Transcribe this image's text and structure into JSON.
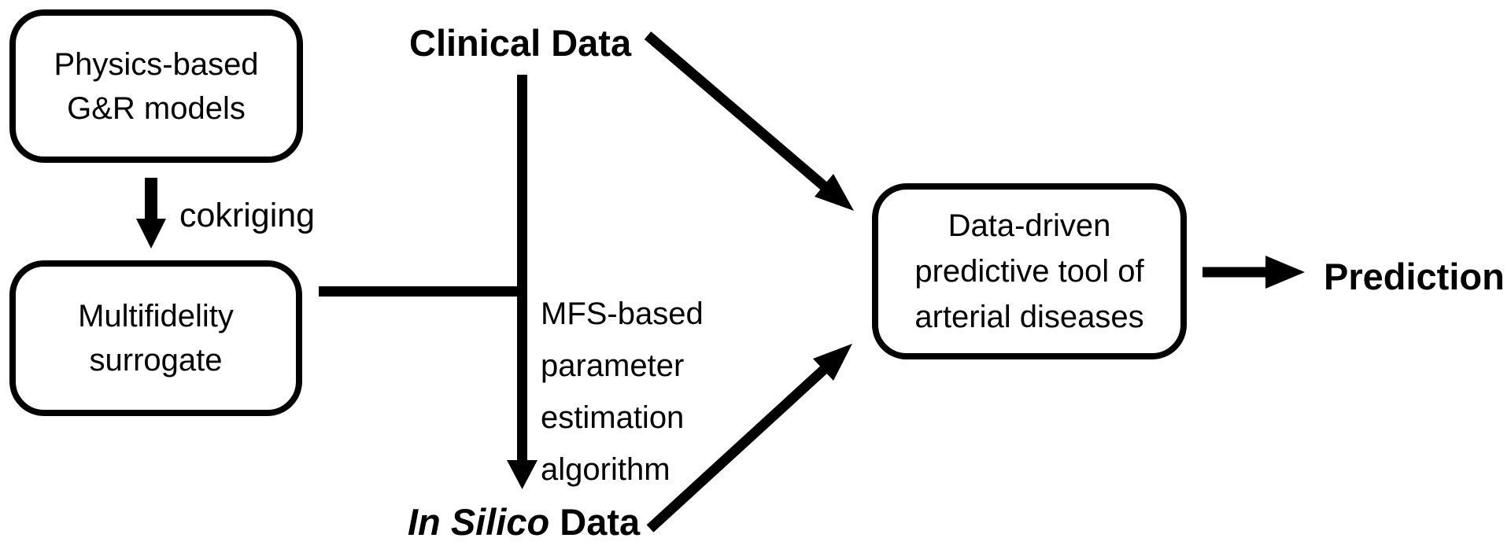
{
  "colors": {
    "ink": "#000000",
    "background": "#ffffff"
  },
  "boxes": {
    "physics": {
      "line1": "Physics-based",
      "line2": "G&R models"
    },
    "surrogate": {
      "line1": "Multifidelity",
      "line2": "surrogate"
    },
    "tool": {
      "line1": "Data-driven",
      "line2": "predictive tool of",
      "line3": "arterial diseases"
    }
  },
  "labels": {
    "clinical_data": "Clinical Data",
    "cokriging": "cokriging",
    "mfs": {
      "line1": "MFS-based",
      "line2": "parameter",
      "line3": "estimation",
      "line4": "algorithm"
    },
    "in_silico": {
      "italic": "In Silico",
      "normal": " Data"
    },
    "prediction": "Prediction"
  }
}
